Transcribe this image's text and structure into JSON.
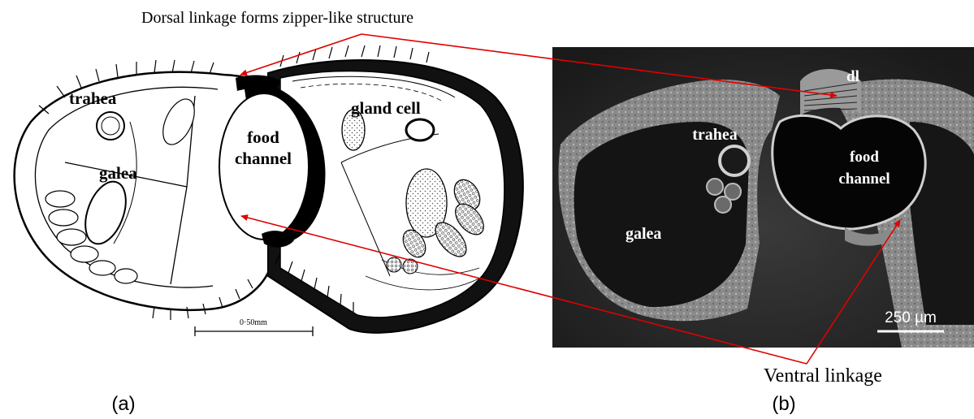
{
  "annotations": {
    "dorsal_linkage": "Dorsal linkage forms zipper-like structure",
    "ventral_linkage": "Ventral linkage"
  },
  "panel_a": {
    "label": "(a)",
    "scale_bar": "0·50mm",
    "labels": {
      "trahea": "trahea",
      "gland_cell": "gland cell",
      "food": "food",
      "channel": "channel",
      "galea": "galea"
    }
  },
  "panel_b": {
    "label": "(b)",
    "scale_bar": "250 µm",
    "labels": {
      "dl": "dl",
      "trahea": "trahea",
      "food": "food",
      "channel": "channel",
      "galea": "galea"
    }
  },
  "colors": {
    "arrow": "#e00000",
    "ink": "#000000",
    "micrograph_dark": "#121212",
    "micrograph_mid": "#555555",
    "micrograph_light": "#bcbcbc"
  }
}
